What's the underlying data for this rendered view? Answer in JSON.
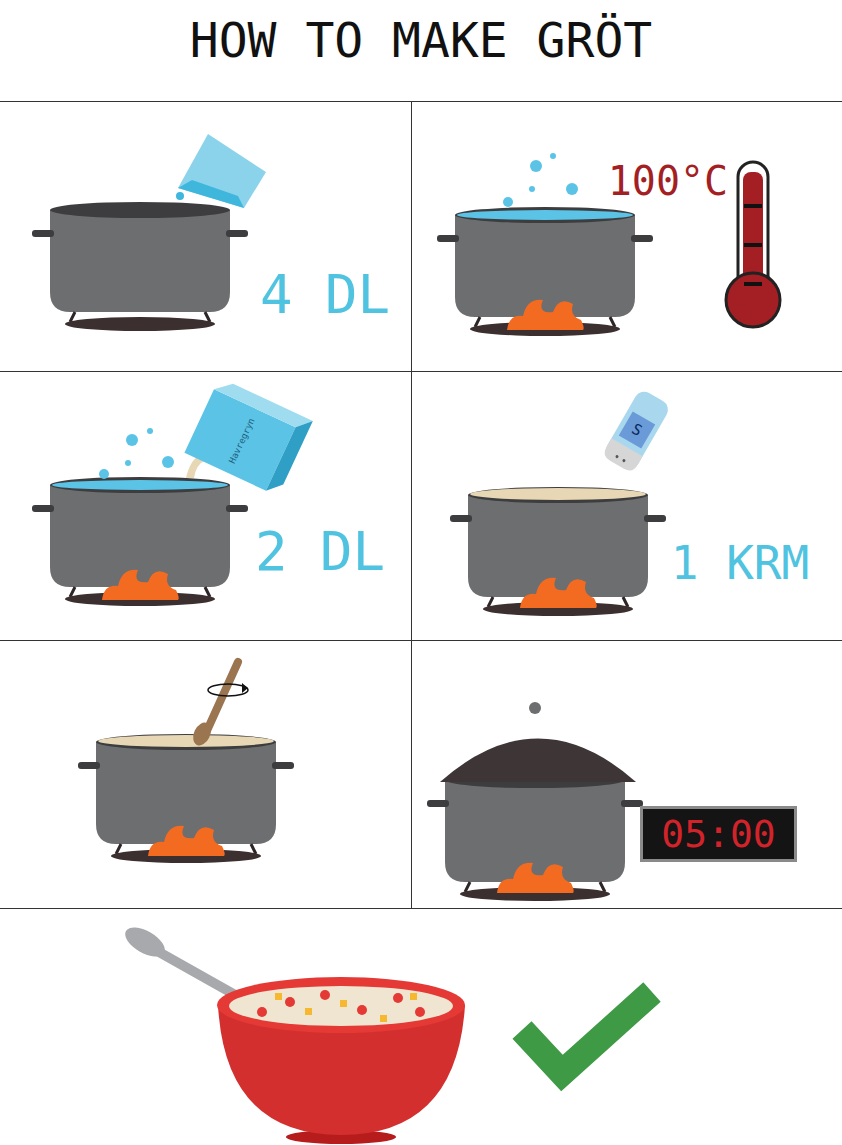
{
  "diagram": {
    "title": "HOW TO MAKE GRÖT",
    "nodes": [
      {
        "text": [
          "05:00"
        ]
      }
    ],
    "labels": [
      "4 DL",
      "100°C",
      "2 DL",
      "Havregryn",
      "S",
      "1 KRM"
    ]
  }
}
